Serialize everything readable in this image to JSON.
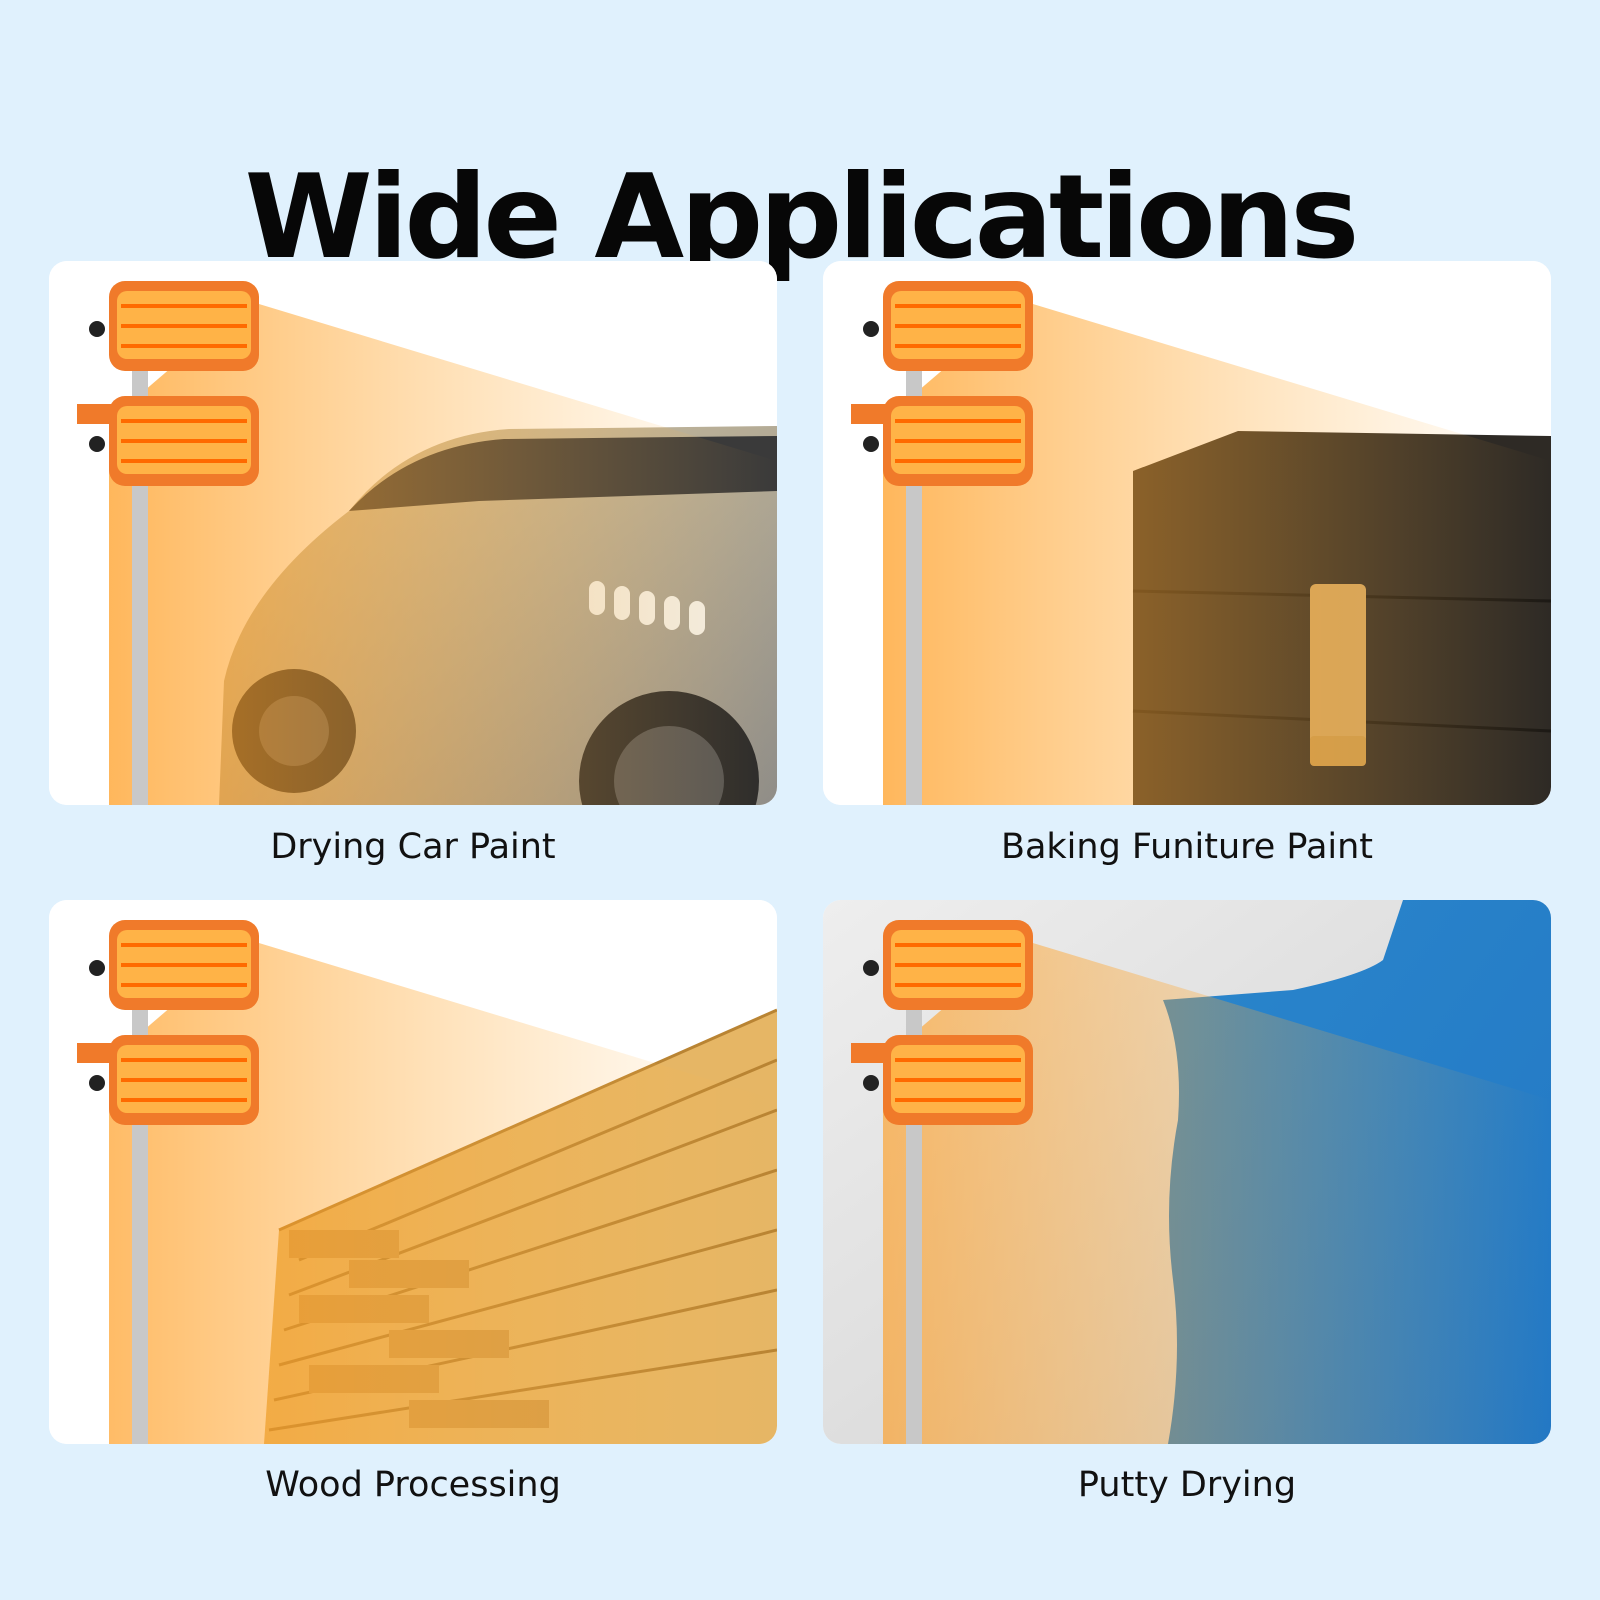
{
  "page": {
    "title": "Wide Applications",
    "background": "#e0f1fd"
  },
  "heater": {
    "body_color": "#f07a2a",
    "glow_color": "#ffb347",
    "pole_color": "#c8c8c8"
  },
  "applications": [
    {
      "caption": "Drying Car Paint",
      "scene": "car",
      "scene_color": "#a8a59c"
    },
    {
      "caption": "Baking Funiture Paint",
      "scene": "furniture",
      "scene_color": "#2e2a25"
    },
    {
      "caption": "Wood Processing",
      "scene": "wood",
      "scene_color": "#e6b665"
    },
    {
      "caption": "Putty Drying",
      "scene": "wall",
      "scene_color": "#2a86cc"
    }
  ]
}
